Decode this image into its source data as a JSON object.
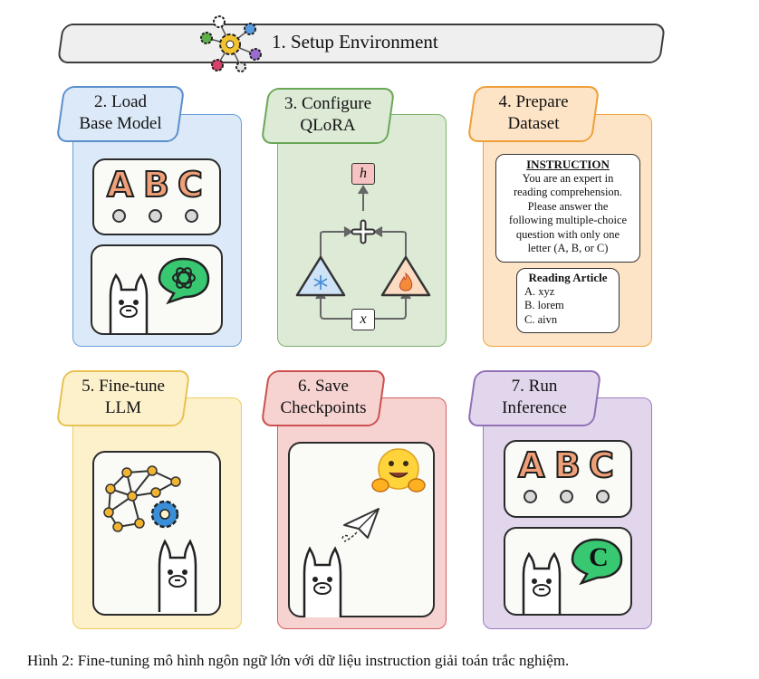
{
  "header": {
    "title": "1. Setup Environment"
  },
  "steps": [
    {
      "label_line1": "2. Load",
      "label_line2": "Base Model"
    },
    {
      "label_line1": "3. Configure",
      "label_line2": "QLoRA"
    },
    {
      "label_line1": "4. Prepare",
      "label_line2": "Dataset"
    },
    {
      "label_line1": "5. Fine-tune",
      "label_line2": "LLM"
    },
    {
      "label_line1": "6. Save",
      "label_line2": "Checkpoints"
    },
    {
      "label_line1": "7. Run",
      "label_line2": "Inference"
    }
  ],
  "options": {
    "a": "A",
    "b": "B",
    "c": "C"
  },
  "qlora": {
    "h": "h",
    "x": "x"
  },
  "dataset": {
    "instruction_title": "INSTRUCTION",
    "instruction_lines": [
      "You are an expert in",
      "reading comprehension.",
      "Please answer the",
      "following multiple-choice",
      "question with only one",
      "letter (A, B, or C)"
    ],
    "article_title": "Reading Article",
    "article_lines": [
      "A. xyz",
      "B. lorem",
      "C. aivn"
    ]
  },
  "inference": {
    "answer": "C"
  },
  "caption": "Hình 2: Fine-tuning mô hình ngôn ngữ lớn với dữ liệu instruction giải toán trắc nghiệm.",
  "colors": {
    "blue_bg": "#dce9f8",
    "blue_border": "#6a9fd8",
    "green_bg": "#dcead6",
    "green_border": "#7cb36a",
    "orange_bg": "#fde4c6",
    "orange_border": "#f0a23c",
    "yellow_bg": "#fdf1cc",
    "yellow_border": "#f0cc60",
    "red_bg": "#f6d2d0",
    "red_border": "#d45e5e",
    "purple_bg": "#e2d6ec",
    "purple_border": "#9d7cc0"
  }
}
